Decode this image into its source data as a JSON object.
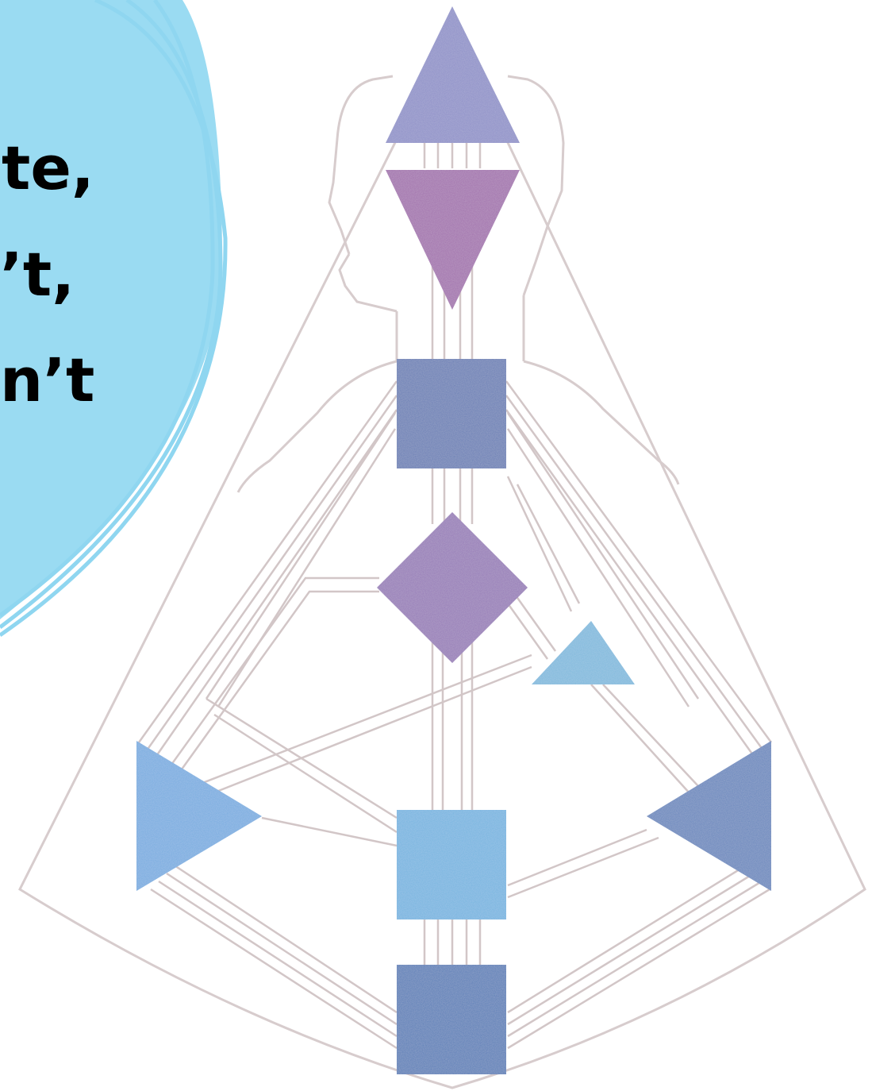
{
  "callout": {
    "lines": [
      "te,",
      "’t,",
      "n’t"
    ],
    "fill_color": "#9adbf2",
    "stroke_color": "#8fd6f0"
  },
  "bodygraph": {
    "outline_color": "#d7cccd",
    "channel_color": "#d2c6c7",
    "centers": [
      {
        "name": "head",
        "shape": "triangle-up",
        "color": "#8e90c8"
      },
      {
        "name": "ajna",
        "shape": "triangle-down",
        "color": "#a271ad"
      },
      {
        "name": "throat",
        "shape": "square",
        "color": "#6b7fb5"
      },
      {
        "name": "g-center",
        "shape": "diamond",
        "color": "#967bb7"
      },
      {
        "name": "heart",
        "shape": "triangle-small",
        "color": "#7fb9dd"
      },
      {
        "name": "spleen",
        "shape": "triangle-right",
        "color": "#78ace0"
      },
      {
        "name": "sacral",
        "shape": "square",
        "color": "#76b4e0"
      },
      {
        "name": "solar-plexus",
        "shape": "triangle-left",
        "color": "#6987bd"
      },
      {
        "name": "root",
        "shape": "square",
        "color": "#5c7fb8"
      }
    ]
  }
}
